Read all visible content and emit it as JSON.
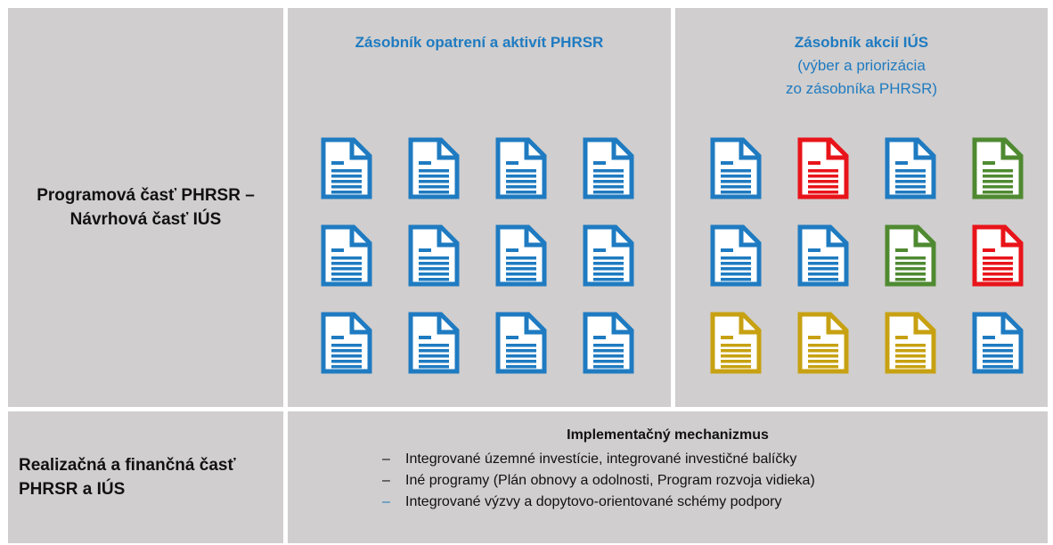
{
  "rows": {
    "program_label": [
      "Programová časť PHRSR –",
      "Návrhová časť IÚS"
    ],
    "realization_label": [
      "Realizačná a finančná časť",
      "PHRSR a IÚS"
    ]
  },
  "columns": {
    "phrsr_title": "Zásobník opatrení a  aktivít PHRSR",
    "ius_title": "Zásobník  akcií IÚS",
    "ius_subtitle": [
      "(výber a priorizácia",
      "zo zásobníka PHRSR)"
    ]
  },
  "colors": {
    "blue": "#1f7bc1",
    "red": "#e8141a",
    "green": "#4f8a31",
    "gold": "#c7a112",
    "panel": "#d0cece"
  },
  "phrsr_icons": [
    "document-icon",
    "document-icon",
    "document-icon",
    "document-icon",
    "document-icon",
    "document-icon",
    "document-icon",
    "document-icon",
    "document-icon",
    "document-icon",
    "document-icon",
    "document-icon"
  ],
  "ius_icon_colors": [
    "blue",
    "red",
    "blue",
    "green",
    "blue",
    "blue",
    "green",
    "red",
    "gold",
    "gold",
    "gold",
    "blue"
  ],
  "implementation": {
    "title": "Implementačný mechanizmus",
    "items": [
      "Integrované územné investície, integrované investičné balíčky",
      "Iné programy (Plán obnovy a odolnosti, Program rozvoja vidieka)",
      "Integrované výzvy a dopytovo-orientované schémy podpory"
    ],
    "bullet": "–"
  }
}
